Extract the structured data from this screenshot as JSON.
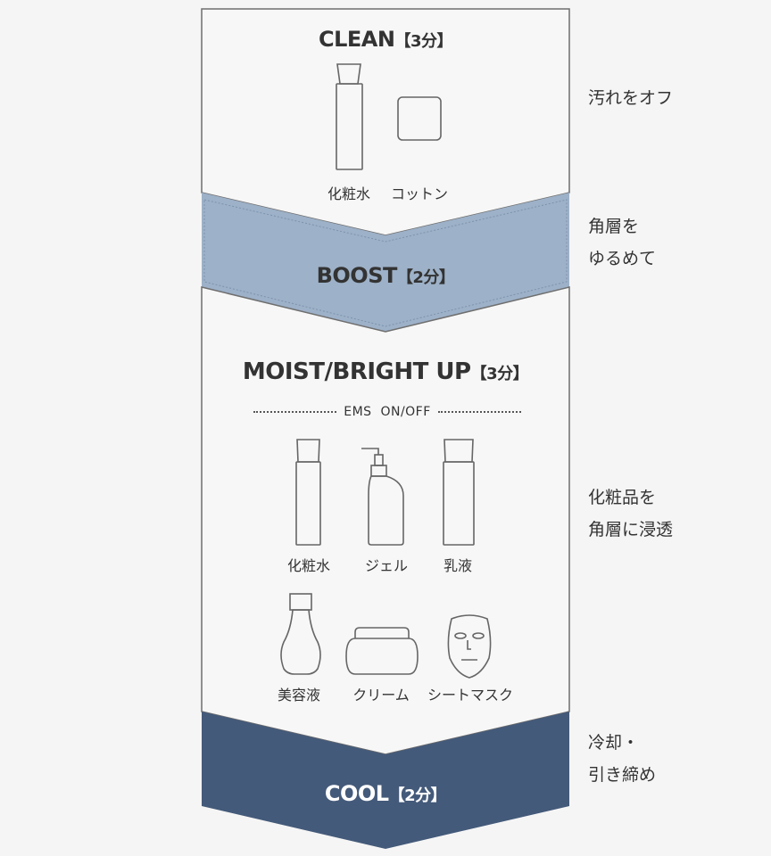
{
  "steps": [
    {
      "id": "clean",
      "title": "CLEAN",
      "duration": "【3分】",
      "note": [
        "汚れをオフ"
      ],
      "items": [
        "化粧水",
        "コットン"
      ]
    },
    {
      "id": "boost",
      "title": "BOOST",
      "duration": "【2分】",
      "note": [
        "角層を",
        "ゆるめて"
      ],
      "items": []
    },
    {
      "id": "moist",
      "title": "MOIST/BRIGHT UP",
      "duration": "【3分】",
      "note": [
        "化粧品を",
        "角層に浸透"
      ],
      "mode": "EMS  ON/OFF",
      "items": [
        "化粧水",
        "ジェル",
        "乳液",
        "美容液",
        "クリーム",
        "シートマスク"
      ]
    },
    {
      "id": "cool",
      "title": "COOL",
      "duration": "【2分】",
      "note": [
        "冷却・",
        "引き締め"
      ],
      "items": []
    }
  ],
  "colors": {
    "panel_bg": "#f7f7f7",
    "panel_stroke": "#6f6f6f",
    "boost_fill": "#9db1c8",
    "cool_fill": "#445a7a",
    "icon_stroke": "#666666"
  }
}
